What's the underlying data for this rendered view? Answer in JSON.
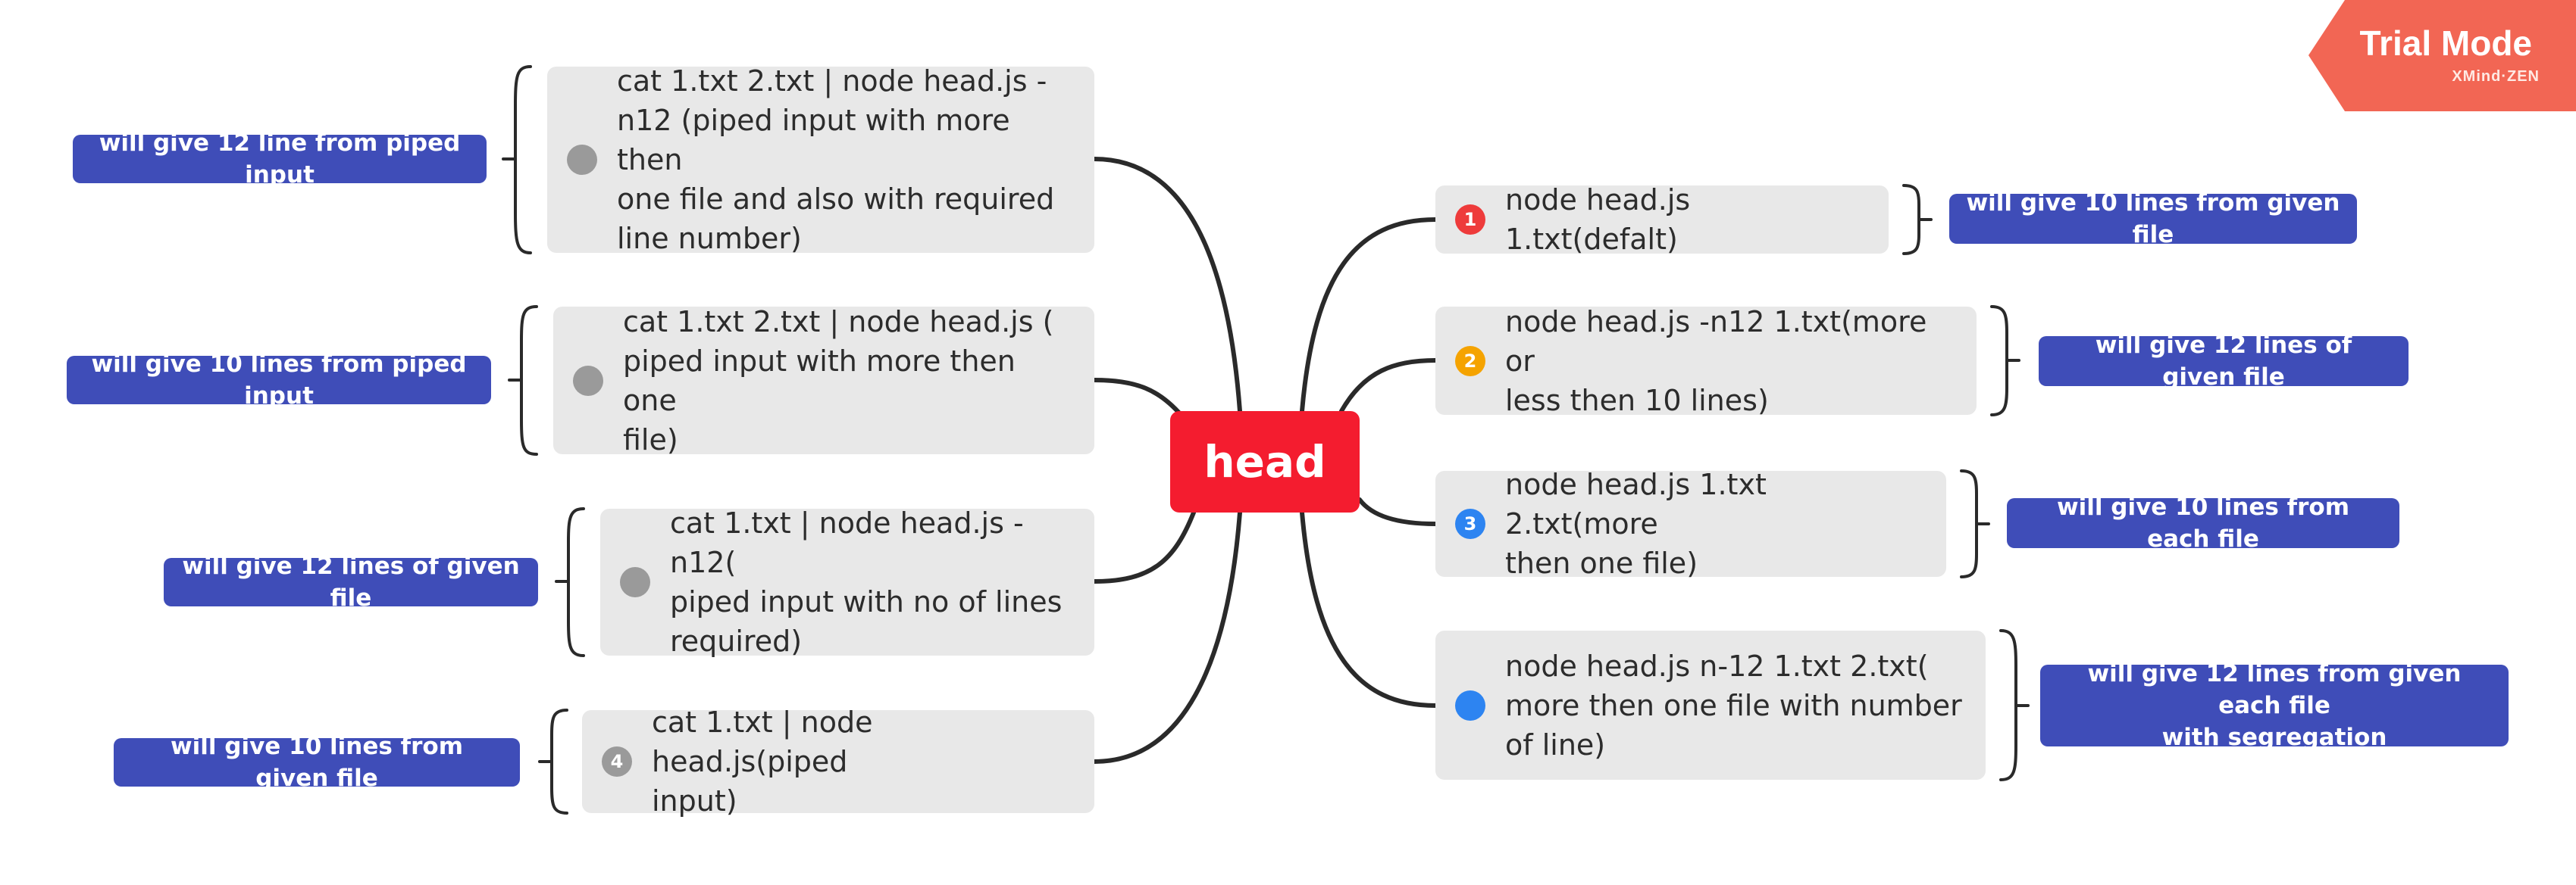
{
  "central": {
    "label": "head"
  },
  "left_topics": [
    {
      "text": "cat 1.txt 2.txt | node head.js -\nn12 (piped input with more then\none file and also with required\nline number)",
      "marker": "",
      "note": "will give 12 line from piped input"
    },
    {
      "text": "cat 1.txt 2.txt | node head.js (\npiped input with more then one\nfile)",
      "marker": "",
      "note": "will give 10 lines from piped input"
    },
    {
      "text": "cat 1.txt | node head.js -n12(\npiped input with no of lines\nrequired)",
      "marker": "",
      "note": "will give 12 lines of given file"
    },
    {
      "text": "cat 1.txt | node head.js(piped\ninput)",
      "marker": "4",
      "note": "will give 10 lines from given file"
    }
  ],
  "right_topics": [
    {
      "text": "node head.js 1.txt(defalt)",
      "marker": "1",
      "note": "will give 10 lines from given file"
    },
    {
      "text": "node head.js -n12 1.txt(more or\nless then 10 lines)",
      "marker": "2",
      "note": "will give 12 lines of given file"
    },
    {
      "text": "node head.js 1.txt 2.txt(more\nthen one file)",
      "marker": "3",
      "note": "will give 10 lines from each file"
    },
    {
      "text": "node head.js n-12 1.txt 2.txt(\nmore then one file with number\nof line)",
      "marker": "",
      "note": "will give 12 lines from given each file\nwith segregation"
    }
  ],
  "watermark": {
    "title": "Trial Mode",
    "brand": "XMind·ZEN"
  },
  "colors": {
    "central": "#f41c2f",
    "note": "#3f4db8",
    "topic": "#e8e8e8",
    "watermark": "#f26654"
  }
}
